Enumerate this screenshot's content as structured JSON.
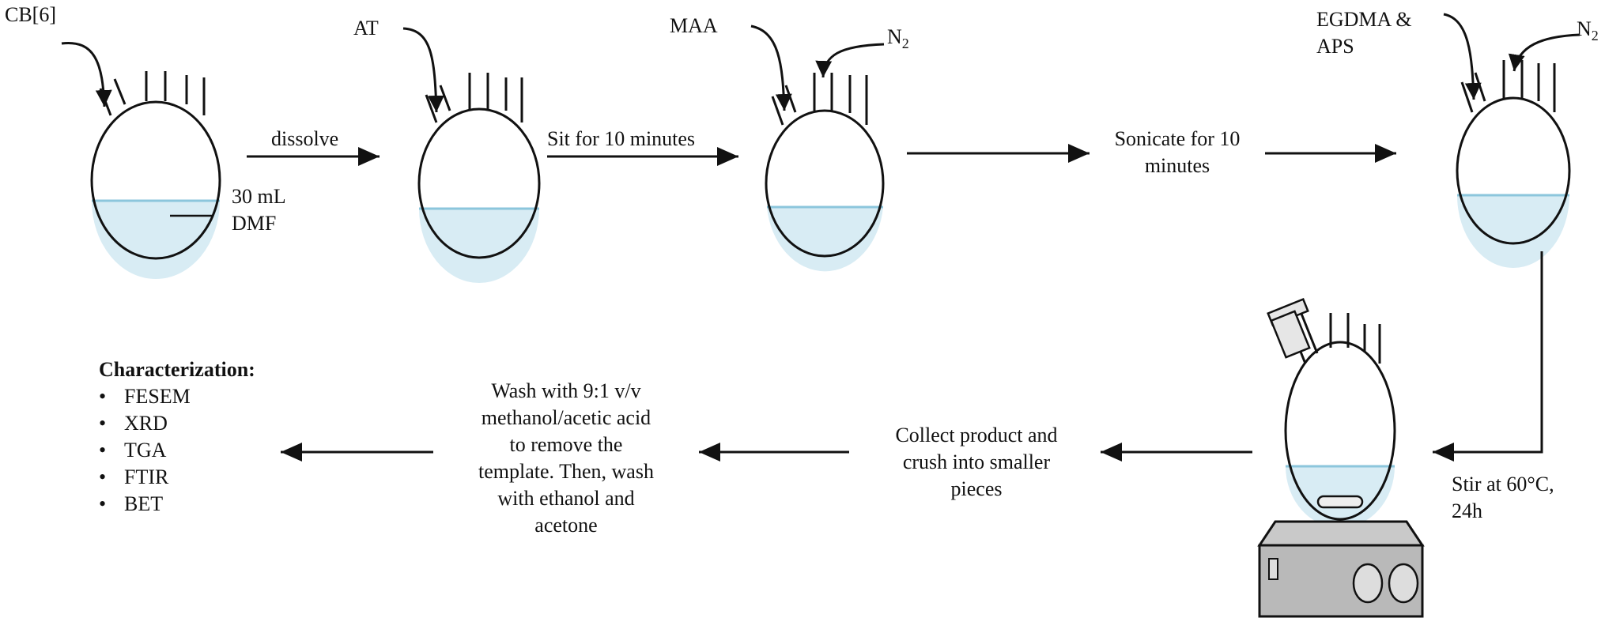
{
  "reagents": {
    "cb6": "CB[6]",
    "at": "AT",
    "maa": "MAA",
    "n2_main": "N",
    "n2_sub": "2",
    "egdma_line1": "EGDMA &",
    "egdma_line2": "APS"
  },
  "flask_labels": {
    "volume": "30 mL",
    "solvent": "DMF"
  },
  "steps": {
    "dissolve": "dissolve",
    "sit": "Sit for 10 minutes",
    "sonicate_line1": "Sonicate for 10",
    "sonicate_line2": "minutes",
    "stir_line1": "Stir at 60°C,",
    "stir_line2": "24h",
    "collect_line1": "Collect product and",
    "collect_line2": "crush into smaller",
    "collect_line3": "pieces",
    "wash_line1": "Wash with 9:1 v/v",
    "wash_line2": "methanol/acetic acid",
    "wash_line3": "to remove the",
    "wash_line4": "template. Then, wash",
    "wash_line5": "with ethanol and",
    "wash_line6": "acetone"
  },
  "characterization": {
    "title": "Characterization:",
    "items": [
      "FESEM",
      "XRD",
      "TGA",
      "FTIR",
      "BET"
    ]
  },
  "colors": {
    "liquid": "#d8ecf4",
    "liquid_line": "#8cc6dc",
    "outline": "#111111",
    "stirrer_body": "#b9b9b9"
  }
}
